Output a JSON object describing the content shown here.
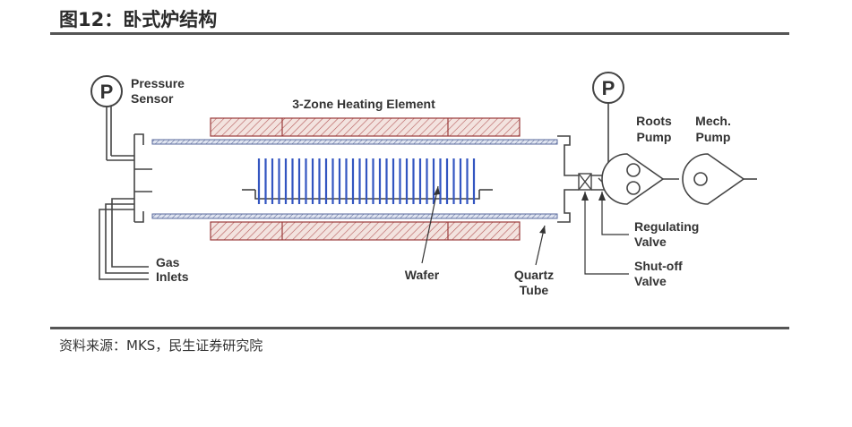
{
  "figure": {
    "title": "图12：卧式炉结构",
    "source": "资料来源：MKS，民生证券研究院"
  },
  "diagram": {
    "pressure_symbol_left": "P",
    "pressure_symbol_right": "P",
    "pressure_sensor": [
      "Pressure",
      "Sensor"
    ],
    "heating_element": "3-Zone Heating Element",
    "roots_pump": [
      "Roots",
      "Pump"
    ],
    "mech_pump": [
      "Mech.",
      "Pump"
    ],
    "gas_inlets": [
      "Gas",
      "Inlets"
    ],
    "wafer": "Wafer",
    "quartz_tube": [
      "Quartz",
      "Tube"
    ],
    "regulating_valve": [
      "Regulating",
      "Valve"
    ],
    "shutoff_valve": [
      "Shut-off",
      "Valve"
    ]
  },
  "colors": {
    "heater_fill": "#f3e3df",
    "heater_stroke": "#9a3b3b",
    "heater_hatch": "#b55a5a",
    "wafer": "#3355c0",
    "tube": "#5a6a9c",
    "line": "#444444"
  }
}
